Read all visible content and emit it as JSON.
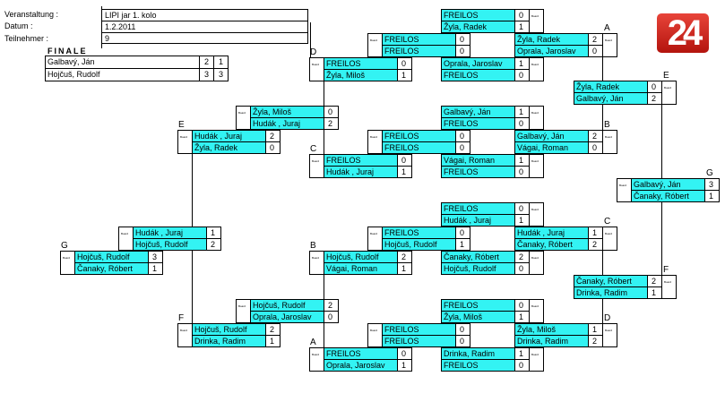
{
  "header": {
    "event_label": "Veranstaltung :",
    "event_value": "LIPI jar 1. kolo",
    "date_label": "Datum :",
    "date_value": "1.2.2011",
    "participants_label": "Teilnehmer :",
    "participants_value": "9"
  },
  "logo_text": "24",
  "finale": {
    "title": "FINALE",
    "rows": [
      {
        "name": "Galbavý, Ján",
        "s1": "2",
        "s2": "1"
      },
      {
        "name": "Hojčuš, Rudolf",
        "s1": "3",
        "s2": "3"
      }
    ]
  },
  "board_label": "Board",
  "matches": [
    {
      "label": "",
      "p": [
        [
          "FREILOS",
          "0"
        ],
        [
          "Žyla, Radek",
          "1"
        ]
      ]
    },
    {
      "label": "",
      "p": [
        [
          "FREILOS",
          "0"
        ],
        [
          "FREILOS",
          "0"
        ]
      ]
    },
    {
      "label": "A",
      "p": [
        [
          "Žyla, Radek",
          "2"
        ],
        [
          "Oprala, Jaroslav",
          "0"
        ]
      ]
    },
    {
      "label": "D",
      "p": [
        [
          "FREILOS",
          "0"
        ],
        [
          "Žyla, Miloš",
          "1"
        ]
      ]
    },
    {
      "label": "",
      "p": [
        [
          "Oprala, Jaroslav",
          "1"
        ],
        [
          "FREILOS",
          "0"
        ]
      ]
    },
    {
      "label": "E",
      "p": [
        [
          "Žyla, Radek",
          "0"
        ],
        [
          "Galbavý, Ján",
          "2"
        ]
      ]
    },
    {
      "label": "",
      "p": [
        [
          "Žyla, Miloš",
          "0"
        ],
        [
          "Hudák , Juraj",
          "2"
        ]
      ]
    },
    {
      "label": "",
      "p": [
        [
          "Galbavý, Ján",
          "1"
        ],
        [
          "FREILOS",
          "0"
        ]
      ]
    },
    {
      "label": "E",
      "p": [
        [
          "Hudák , Juraj",
          "2"
        ],
        [
          "Žyla, Radek",
          "0"
        ]
      ]
    },
    {
      "label": "",
      "p": [
        [
          "FREILOS",
          "0"
        ],
        [
          "FREILOS",
          "0"
        ]
      ]
    },
    {
      "label": "B",
      "p": [
        [
          "Galbavý, Ján",
          "2"
        ],
        [
          "Vágai, Roman",
          "0"
        ]
      ]
    },
    {
      "label": "C",
      "p": [
        [
          "FREILOS",
          "0"
        ],
        [
          "Hudák , Juraj",
          "1"
        ]
      ]
    },
    {
      "label": "",
      "p": [
        [
          "Vágai, Roman",
          "1"
        ],
        [
          "FREILOS",
          "0"
        ]
      ]
    },
    {
      "label": "G",
      "p": [
        [
          "Galbavý, Ján",
          "3"
        ],
        [
          "Čanaky, Róbert",
          "1"
        ]
      ]
    },
    {
      "label": "",
      "p": [
        [
          "FREILOS",
          "0"
        ],
        [
          "Hudák , Juraj",
          "1"
        ]
      ]
    },
    {
      "label": "",
      "p": [
        [
          "FREILOS",
          "0"
        ],
        [
          "Hojčuš, Rudolf",
          "1"
        ]
      ]
    },
    {
      "label": "C",
      "p": [
        [
          "Hudák , Juraj",
          "1"
        ],
        [
          "Čanaky, Róbert",
          "2"
        ]
      ]
    },
    {
      "label": "",
      "p": [
        [
          "Hudák , Juraj",
          "1"
        ],
        [
          "Hojčuš, Rudolf",
          "2"
        ]
      ]
    },
    {
      "label": "G",
      "p": [
        [
          "Hojčuš, Rudolf",
          "3"
        ],
        [
          "Čanaky, Róbert",
          "1"
        ]
      ]
    },
    {
      "label": "B",
      "p": [
        [
          "Hojčuš, Rudolf",
          "2"
        ],
        [
          "Vágai, Roman",
          "1"
        ]
      ]
    },
    {
      "label": "",
      "p": [
        [
          "Čanaky, Róbert",
          "2"
        ],
        [
          "Hojčuš, Rudolf",
          "0"
        ]
      ]
    },
    {
      "label": "F",
      "p": [
        [
          "Čanaky, Róbert",
          "2"
        ],
        [
          "Drinka, Radim",
          "1"
        ]
      ]
    },
    {
      "label": "",
      "p": [
        [
          "Hojčuš, Rudolf",
          "2"
        ],
        [
          "Oprala, Jaroslav",
          "0"
        ]
      ]
    },
    {
      "label": "",
      "p": [
        [
          "FREILOS",
          "0"
        ],
        [
          "Žyla, Miloš",
          "1"
        ]
      ]
    },
    {
      "label": "F",
      "p": [
        [
          "Hojčuš, Rudolf",
          "2"
        ],
        [
          "Drinka, Radim",
          "1"
        ]
      ]
    },
    {
      "label": "",
      "p": [
        [
          "FREILOS",
          "0"
        ],
        [
          "FREILOS",
          "0"
        ]
      ]
    },
    {
      "label": "D",
      "p": [
        [
          "Žyla, Miloš",
          "1"
        ],
        [
          "Drinka, Radim",
          "2"
        ]
      ]
    },
    {
      "label": "A",
      "p": [
        [
          "FREILOS",
          "0"
        ],
        [
          "Oprala, Jaroslav",
          "1"
        ]
      ]
    },
    {
      "label": "",
      "p": [
        [
          "Drinka, Radim",
          "1"
        ],
        [
          "FREILOS",
          "0"
        ]
      ]
    }
  ]
}
